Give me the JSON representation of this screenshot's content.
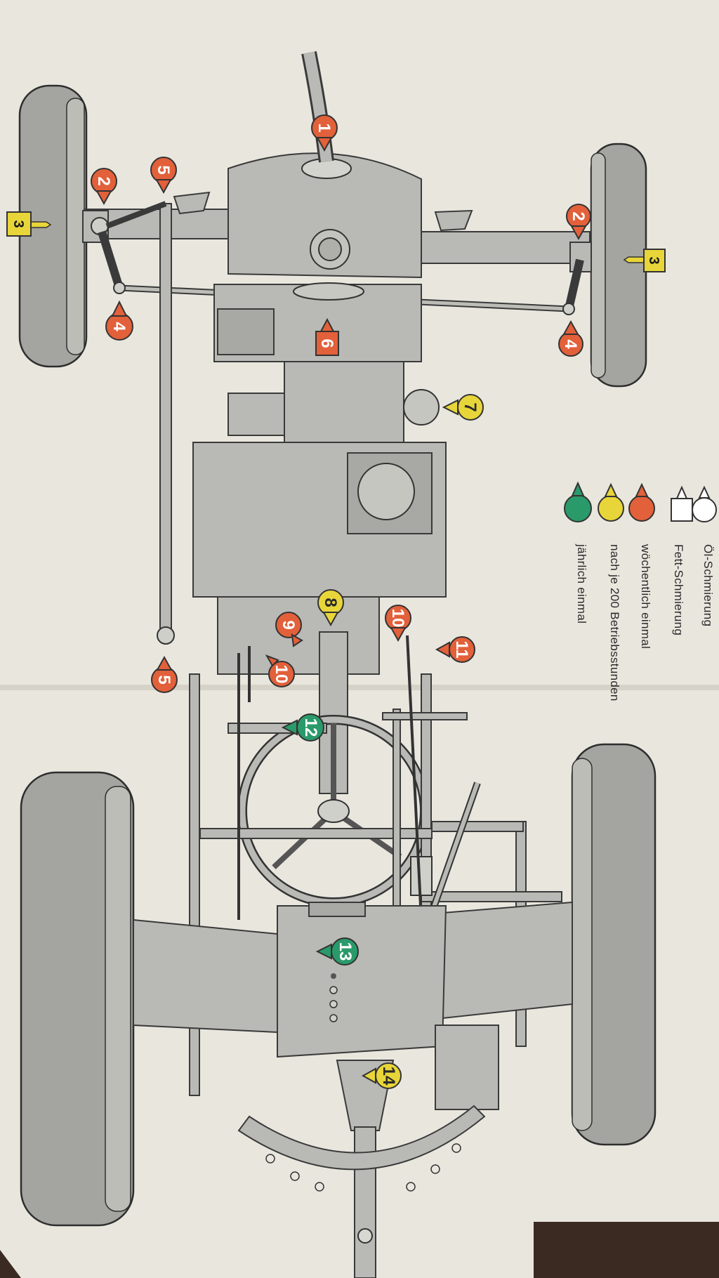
{
  "diagram": {
    "markers": [
      {
        "id": "1",
        "color": "orange"
      },
      {
        "id": "2",
        "color": "orange"
      },
      {
        "id": "3",
        "color": "yellow-square"
      },
      {
        "id": "4",
        "color": "orange"
      },
      {
        "id": "5",
        "color": "orange"
      },
      {
        "id": "6",
        "color": "orange"
      },
      {
        "id": "7",
        "color": "yellow"
      },
      {
        "id": "8",
        "color": "yellow"
      },
      {
        "id": "9",
        "color": "orange"
      },
      {
        "id": "10",
        "color": "orange"
      },
      {
        "id": "11",
        "color": "orange"
      },
      {
        "id": "12",
        "color": "green"
      },
      {
        "id": "13",
        "color": "green"
      },
      {
        "id": "14",
        "color": "yellow"
      }
    ]
  },
  "legend": {
    "items": [
      {
        "icon": "oil-drop-outline-icon",
        "label": "Öl-Schmierung"
      },
      {
        "icon": "grease-square-outline-icon",
        "label": "Fett-Schmierung"
      },
      {
        "icon": "red-marker-icon",
        "label": "wöchentlich einmal",
        "color": "#e2603a"
      },
      {
        "icon": "yellow-marker-icon",
        "label": "nach je 200 Betriebsstunden",
        "color": "#e8d53a"
      },
      {
        "icon": "green-marker-icon",
        "label": "jährlich einmal",
        "color": "#2a9a6a"
      }
    ]
  },
  "colors": {
    "orange": "#e2603a",
    "yellow": "#e8d53a",
    "green": "#2a9a6a",
    "paper": "#e9e6de",
    "metal": "#b9b9b5"
  }
}
